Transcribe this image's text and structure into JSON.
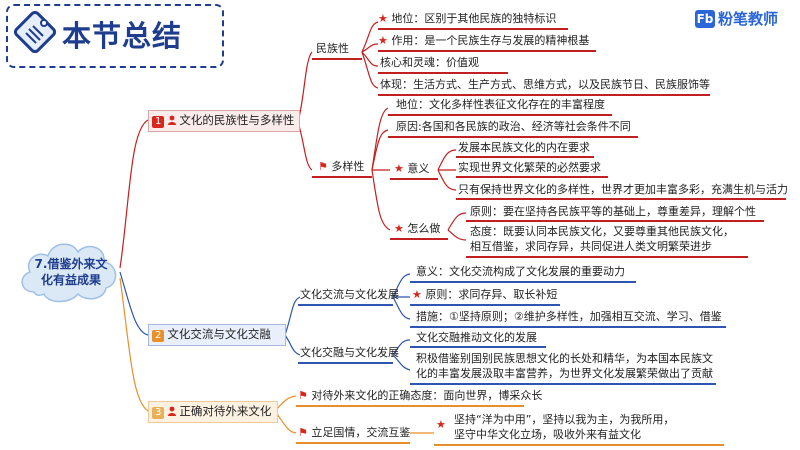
{
  "header": {
    "title": "本节总结",
    "brand_text": "粉笔教师"
  },
  "root": "7.借鉴外来文化有益成果",
  "branches": [
    {
      "number": "1",
      "label": "文化的民族性与多样性",
      "subs": [
        {
          "label": "民族性",
          "items": [
            "地位：区别于其他民族的独特标识",
            "作用：是一个民族生存与发展的精神根基",
            "核心和灵魂：价值观",
            "体现：生活方式、生产方式、思维方式，以及民族节日、民族服饰等"
          ]
        },
        {
          "label": "多样性",
          "items": [
            "地位：文化多样性表征文化存在的丰富程度",
            "原因:各国和各民族的政治、经济等社会条件不同"
          ],
          "meaning": {
            "label": "意义",
            "items": [
              "发展本民族文化的内在要求",
              "实现世界文化繁荣的必然要求",
              "只有保持世界文化的多样性，世界才更加丰富多彩，充满生机与活力"
            ]
          },
          "how": {
            "label": "怎么做",
            "items": [
              "原则：要在坚持各民族平等的基础上，尊重差异，理解个性",
              "态度：既要认同本民族文化，又要尊重其他民族文化，",
              "相互借鉴，求同存异，共同促进人类文明繁荣进步"
            ]
          }
        }
      ]
    },
    {
      "number": "2",
      "label": "文化交流与文化交融",
      "subs": [
        {
          "label": "文化交流与文化发展",
          "items": [
            "意义：文化交流构成了文化发展的重要动力",
            "原则：求同存异、取长补短",
            "措施：①坚持原则；②维护多样性，加强相互交流、学习、借鉴"
          ]
        },
        {
          "label": "文化交融与文化发展",
          "items": [
            "文化交融推动文化的发展",
            "积极借鉴别国别民族思想文化的长处和精华，为本国本民族文",
            "化的丰富发展汲取丰富营养，为世界文化发展繁荣做出了贡献"
          ]
        }
      ]
    },
    {
      "number": "3",
      "label": "正确对待外来文化",
      "subs": [
        {
          "label": "对待外来文化的正确态度：面向世界，博采众长"
        },
        {
          "label": "立足国情，交流互鉴",
          "items": [
            "坚持“洋为中用”，坚持以我为主，为我所用，",
            "坚守中华文化立场，吸收外来有益文化"
          ]
        }
      ]
    }
  ],
  "colors": {
    "red": "#c41f1f",
    "blue": "#2d55b3",
    "orange": "#e98f2a",
    "title_blue": "#1f3d8f",
    "cloud": "#dbe9f7"
  }
}
